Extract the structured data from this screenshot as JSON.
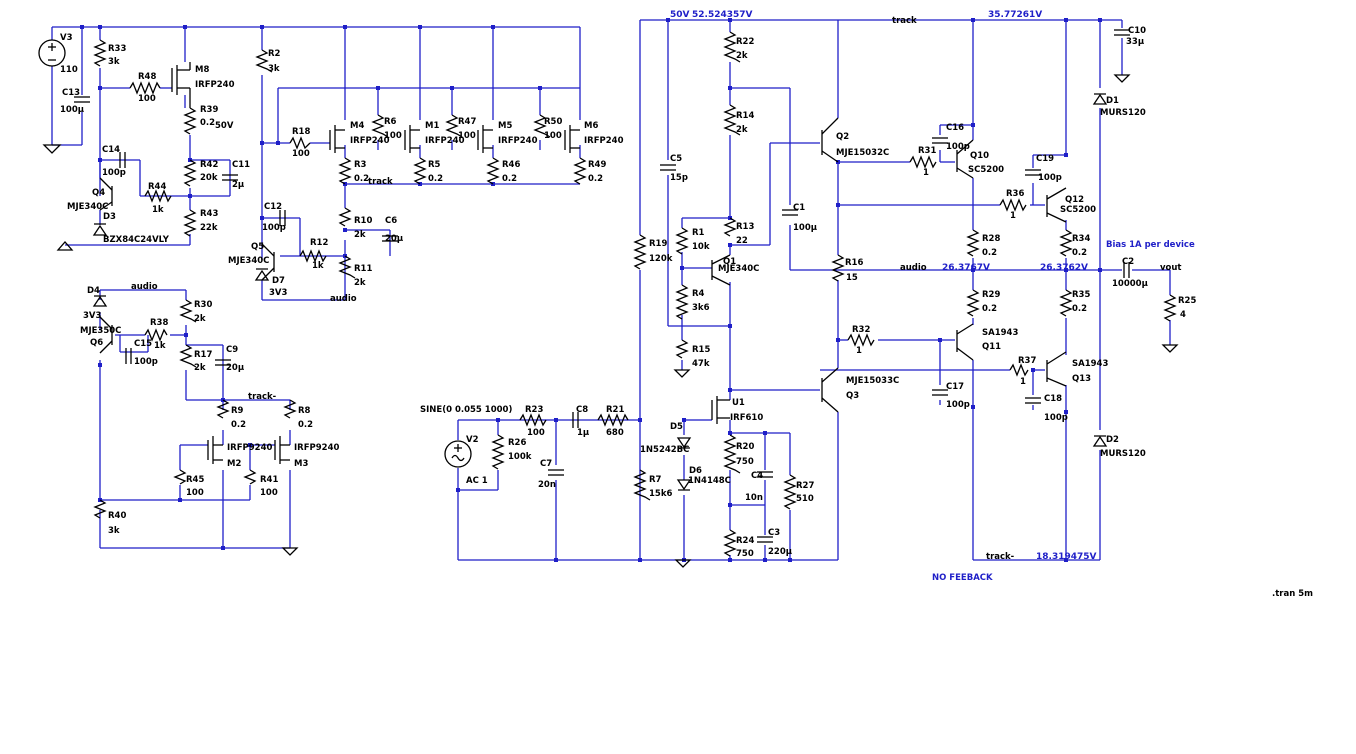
{
  "schematic": {
    "voltage_probes": {
      "rail_pos_input": "50V",
      "rail_pos_vas": "52.524357V",
      "rail_pos_output": "35.77261V",
      "output_node_left": "26.3767V",
      "output_node_right": "26.3762V",
      "rail_neg_output": "18.319475V"
    },
    "nets": {
      "track_top": "track",
      "track_mid": "track",
      "track_neg": "track-",
      "track_neg_bottom": "track-",
      "audio_left": "audio",
      "audio_d4": "audio",
      "audio_r11": "audio",
      "vout": "vout",
      "rail_50v": "50V"
    },
    "notes": {
      "bias": "Bias 1A per device",
      "feedback": "NO FEEBACK",
      "tran": ".tran 5m",
      "sine": "SINE(0 0.055 1000)",
      "ac": "AC 1"
    },
    "components": {
      "V3": {
        "ref": "V3",
        "value": "110"
      },
      "R33": {
        "ref": "R33",
        "value": "3k"
      },
      "R48": {
        "ref": "R48",
        "value": "100"
      },
      "M8": {
        "ref": "M8",
        "value": "IRFP240"
      },
      "R39": {
        "ref": "R39",
        "value": "0.2"
      },
      "C13": {
        "ref": "C13",
        "value": "100µ"
      },
      "C14": {
        "ref": "C14",
        "value": "100p"
      },
      "R42": {
        "ref": "R42",
        "value": "20k"
      },
      "C11": {
        "ref": "C11",
        "value": "2µ"
      },
      "Q4": {
        "ref": "Q4",
        "value": "MJE340C"
      },
      "R44": {
        "ref": "R44",
        "value": "1k"
      },
      "R43": {
        "ref": "R43",
        "value": "22k"
      },
      "D3": {
        "ref": "D3",
        "value": "BZX84C24VLY"
      },
      "R2": {
        "ref": "R2",
        "value": "3k"
      },
      "R18": {
        "ref": "R18",
        "value": "100"
      },
      "M4": {
        "ref": "M4",
        "value": "IRFP240"
      },
      "R6": {
        "ref": "R6",
        "value": "100"
      },
      "M1": {
        "ref": "M1",
        "value": "IRFP240"
      },
      "R47": {
        "ref": "R47",
        "value": "100"
      },
      "M5": {
        "ref": "M5",
        "value": "IRFP240"
      },
      "R50": {
        "ref": "R50",
        "value": "100"
      },
      "M6": {
        "ref": "M6",
        "value": "IRFP240"
      },
      "R3": {
        "ref": "R3",
        "value": "0.2"
      },
      "R5": {
        "ref": "R5",
        "value": "0.2"
      },
      "R46": {
        "ref": "R46",
        "value": "0.2"
      },
      "R49": {
        "ref": "R49",
        "value": "0.2"
      },
      "C12": {
        "ref": "C12",
        "value": "100p"
      },
      "R10": {
        "ref": "R10",
        "value": "2k"
      },
      "C6": {
        "ref": "C6",
        "value": "20µ"
      },
      "Q5": {
        "ref": "Q5",
        "value": "MJE340C"
      },
      "R12": {
        "ref": "R12",
        "value": "1k"
      },
      "R11": {
        "ref": "R11",
        "value": "2k"
      },
      "D7": {
        "ref": "D7",
        "value": "3V3"
      },
      "D4": {
        "ref": "D4",
        "value": "3V3"
      },
      "R30": {
        "ref": "R30",
        "value": "2k"
      },
      "Q6": {
        "ref": "Q6",
        "value": "MJE350C"
      },
      "R38": {
        "ref": "R38",
        "value": "1k"
      },
      "C15": {
        "ref": "C15",
        "value": "100p"
      },
      "R17": {
        "ref": "R17",
        "value": "2k"
      },
      "C9": {
        "ref": "C9",
        "value": "20µ"
      },
      "R9": {
        "ref": "R9",
        "value": "0.2"
      },
      "R8": {
        "ref": "R8",
        "value": "0.2"
      },
      "M2": {
        "ref": "M2",
        "value": "IRFP9240"
      },
      "M3": {
        "ref": "M3",
        "value": "IRFP9240"
      },
      "R45": {
        "ref": "R45",
        "value": "100"
      },
      "R41": {
        "ref": "R41",
        "value": "100"
      },
      "R40": {
        "ref": "R40",
        "value": "3k"
      },
      "V2": {
        "ref": "V2",
        "value": ""
      },
      "R26": {
        "ref": "R26",
        "value": "100k"
      },
      "R23": {
        "ref": "R23",
        "value": "100"
      },
      "C8": {
        "ref": "C8",
        "value": "1µ"
      },
      "R21": {
        "ref": "R21",
        "value": "680"
      },
      "C7": {
        "ref": "C7",
        "value": "20n"
      },
      "R22": {
        "ref": "R22",
        "value": "2k"
      },
      "R14": {
        "ref": "R14",
        "value": "2k"
      },
      "C5": {
        "ref": "C5",
        "value": "15p"
      },
      "R13": {
        "ref": "R13",
        "value": "22"
      },
      "R1": {
        "ref": "R1",
        "value": "10k"
      },
      "Q1": {
        "ref": "Q1",
        "value": "MJE340C"
      },
      "R19": {
        "ref": "R19",
        "value": "120k"
      },
      "R4": {
        "ref": "R4",
        "value": "3k6"
      },
      "R15": {
        "ref": "R15",
        "value": "47k"
      },
      "U1": {
        "ref": "U1",
        "value": "IRF610"
      },
      "D5": {
        "ref": "D5",
        "value": "1N5242BC"
      },
      "D6": {
        "ref": "D6",
        "value": "1N4148C"
      },
      "R7": {
        "ref": "R7",
        "value": "15k6"
      },
      "R20": {
        "ref": "R20",
        "value": "750"
      },
      "C4": {
        "ref": "C4",
        "value": "10n"
      },
      "R27": {
        "ref": "R27",
        "value": "510"
      },
      "R24": {
        "ref": "R24",
        "value": "750"
      },
      "C3": {
        "ref": "C3",
        "value": "220µ"
      },
      "C1": {
        "ref": "C1",
        "value": "100µ"
      },
      "Q2": {
        "ref": "Q2",
        "value": "MJE15032C"
      },
      "R16": {
        "ref": "R16",
        "value": "15"
      },
      "Q3": {
        "ref": "Q3",
        "value": "MJE15033C"
      },
      "R31": {
        "ref": "R31",
        "value": "1"
      },
      "C16": {
        "ref": "C16",
        "value": "100p"
      },
      "Q10": {
        "ref": "Q10",
        "value": "SC5200"
      },
      "R36": {
        "ref": "R36",
        "value": "1"
      },
      "C19": {
        "ref": "C19",
        "value": "100p"
      },
      "Q12": {
        "ref": "Q12",
        "value": "SC5200"
      },
      "R28": {
        "ref": "R28",
        "value": "0.2"
      },
      "R34": {
        "ref": "R34",
        "value": "0.2"
      },
      "R29": {
        "ref": "R29",
        "value": "0.2"
      },
      "R35": {
        "ref": "R35",
        "value": "0.2"
      },
      "R32": {
        "ref": "R32",
        "value": "1"
      },
      "Q11": {
        "ref": "Q11",
        "value": "SA1943"
      },
      "C17": {
        "ref": "C17",
        "value": "100p"
      },
      "R37": {
        "ref": "R37",
        "value": "1"
      },
      "Q13": {
        "ref": "Q13",
        "value": "SA1943"
      },
      "C18": {
        "ref": "C18",
        "value": "100p"
      },
      "C10": {
        "ref": "C10",
        "value": "33µ"
      },
      "D1": {
        "ref": "D1",
        "value": "MURS120"
      },
      "D2": {
        "ref": "D2",
        "value": "MURS120"
      },
      "C2": {
        "ref": "C2",
        "value": "10000µ"
      },
      "R25": {
        "ref": "R25",
        "value": "4"
      }
    }
  }
}
